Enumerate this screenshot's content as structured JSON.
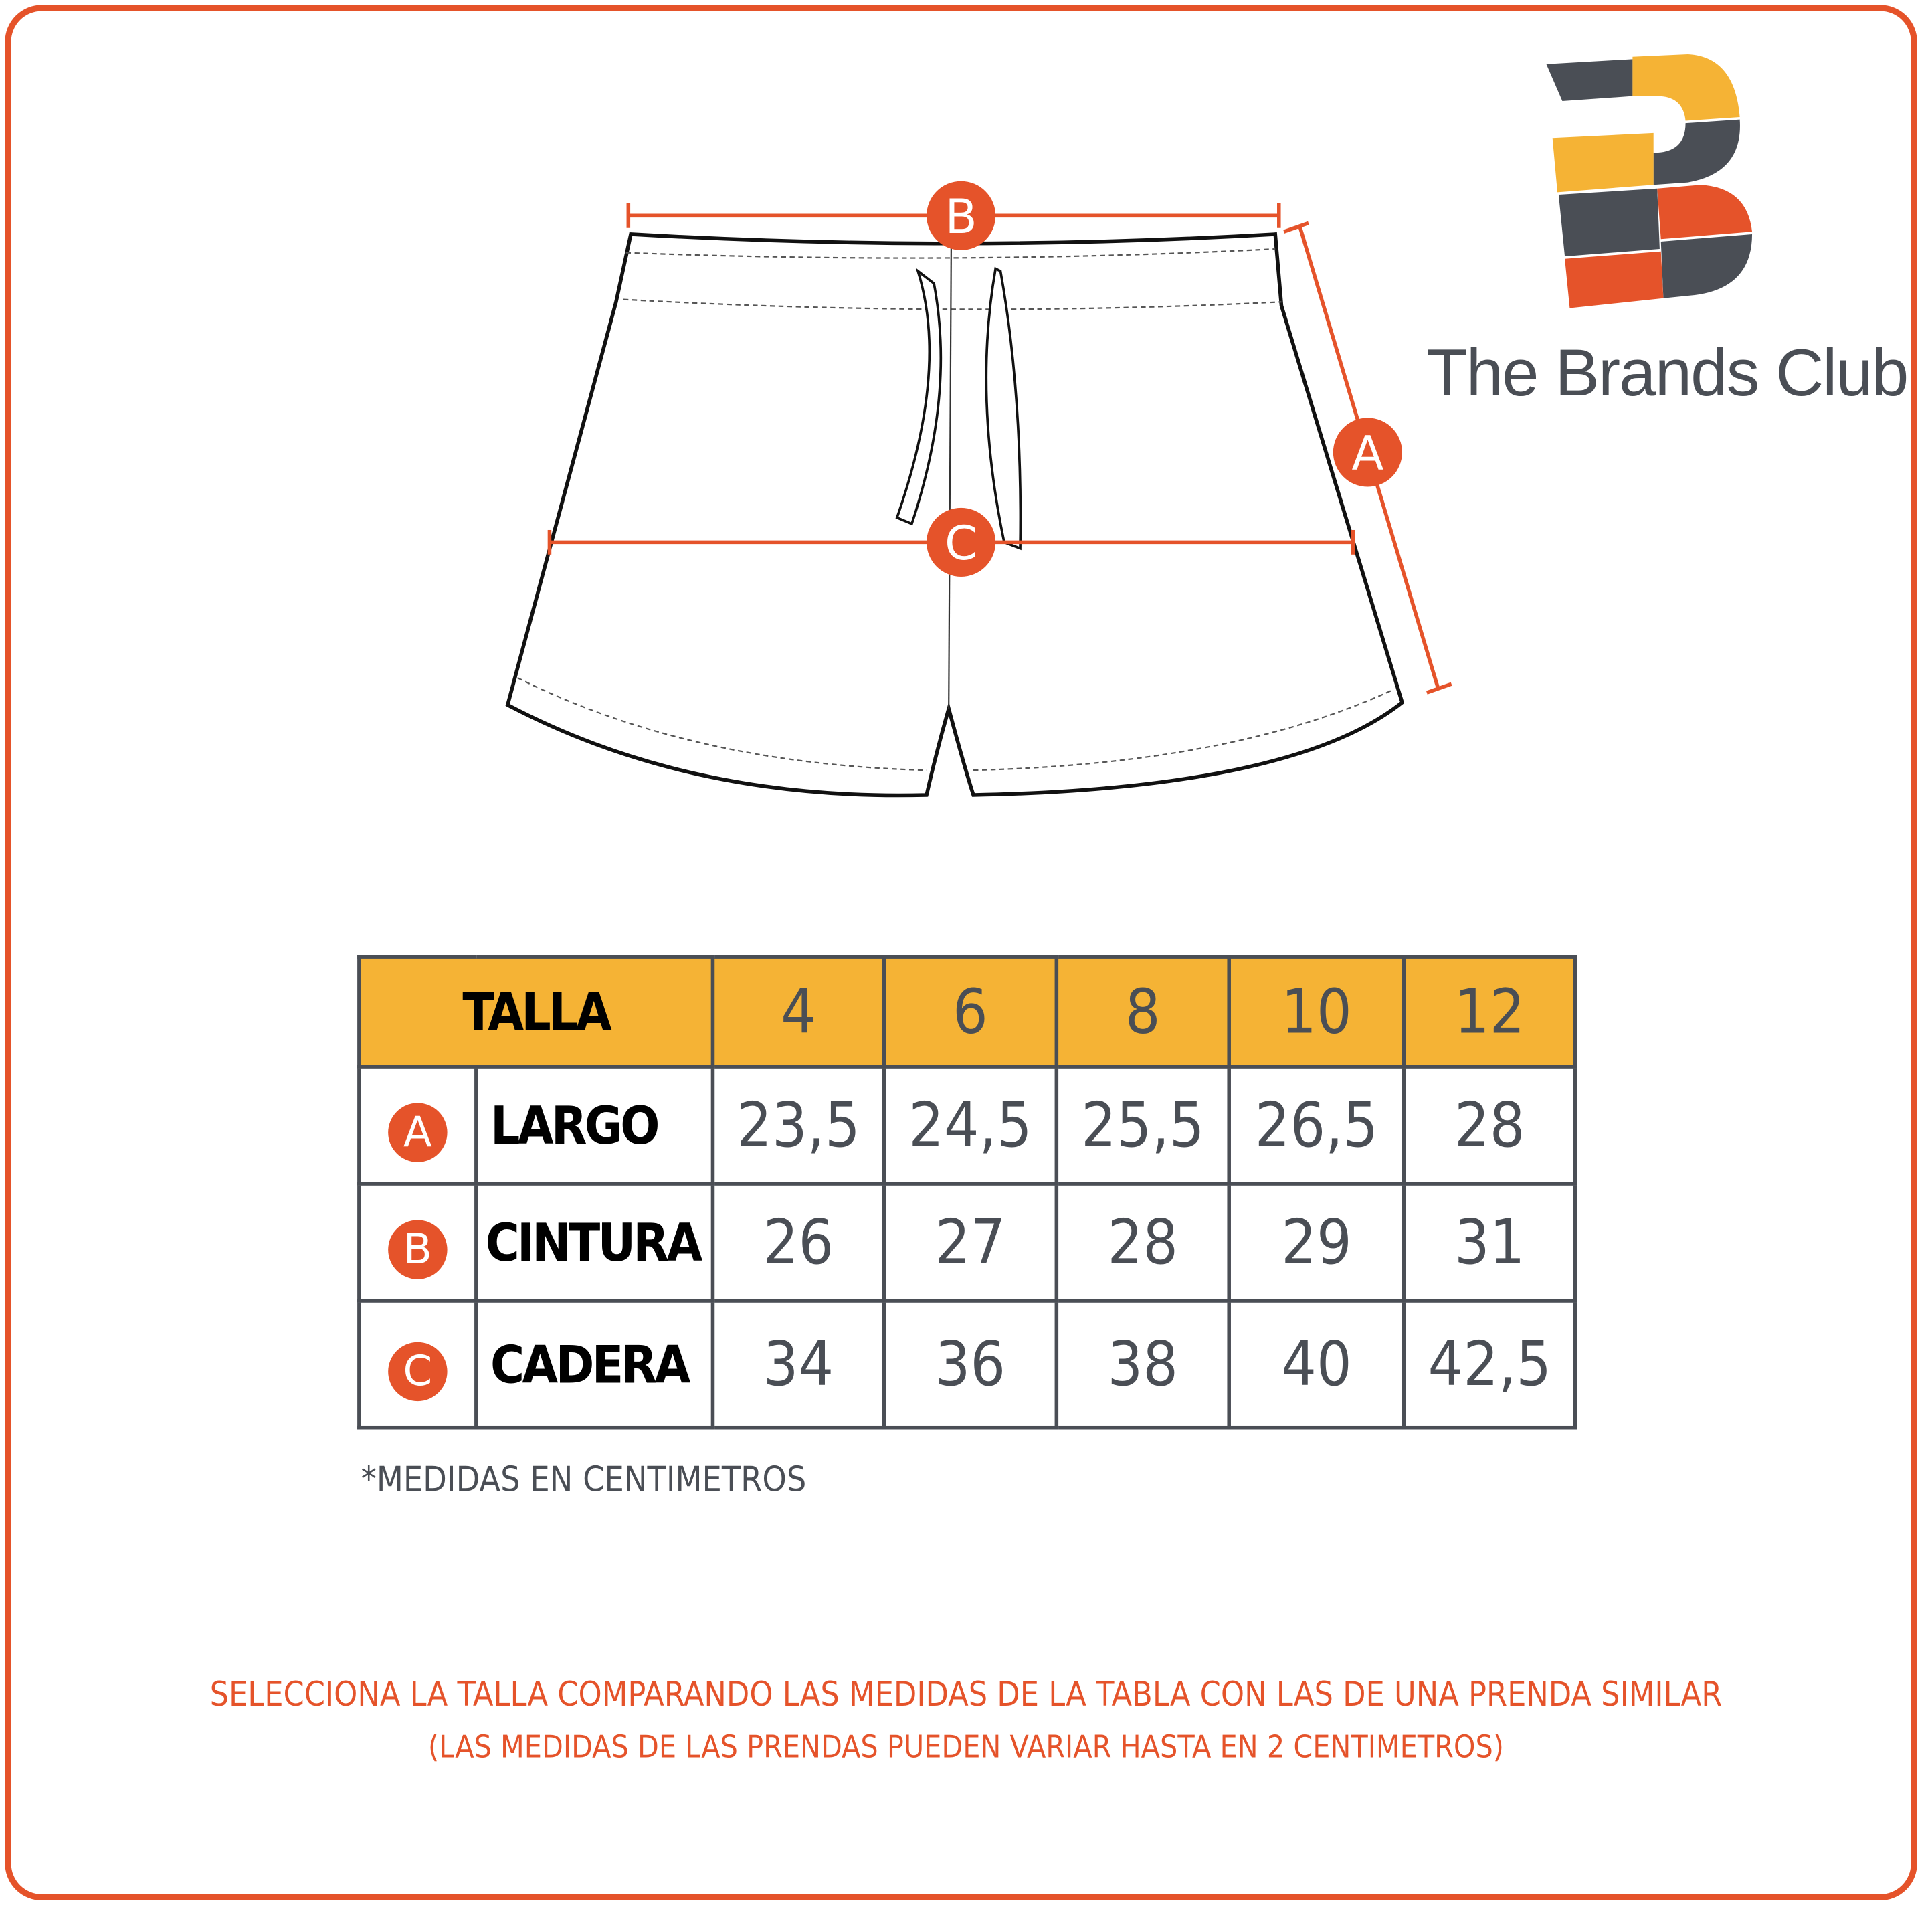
{
  "brand": {
    "name": "The Brands Club",
    "colors": {
      "orange": "#e5532a",
      "yellow": "#f5b335",
      "dark": "#4a4e55"
    }
  },
  "diagram": {
    "markers": [
      "A",
      "B",
      "C"
    ]
  },
  "table": {
    "header": {
      "label": "TALLA",
      "sizes": [
        "4",
        "6",
        "8",
        "10",
        "12"
      ]
    },
    "rows": [
      {
        "marker": "A",
        "label": "LARGO",
        "values": [
          "23,5",
          "24,5",
          "25,5",
          "26,5",
          "28"
        ]
      },
      {
        "marker": "B",
        "label": "CINTURA",
        "values": [
          "26",
          "27",
          "28",
          "29",
          "31"
        ]
      },
      {
        "marker": "C",
        "label": "CADERA",
        "values": [
          "34",
          "36",
          "38",
          "40",
          "42,5"
        ]
      }
    ]
  },
  "note": "*MEDIDAS EN CENTIMETROS",
  "footer": {
    "line1": "SELECCIONA LA TALLA COMPARANDO LAS MEDIDAS DE LA TABLA CON LAS DE UNA PRENDA SIMILAR",
    "line2": "(LAS MEDIDAS DE LAS PRENDAS PUEDEN VARIAR HASTA EN 2 CENTIMETROS)"
  }
}
